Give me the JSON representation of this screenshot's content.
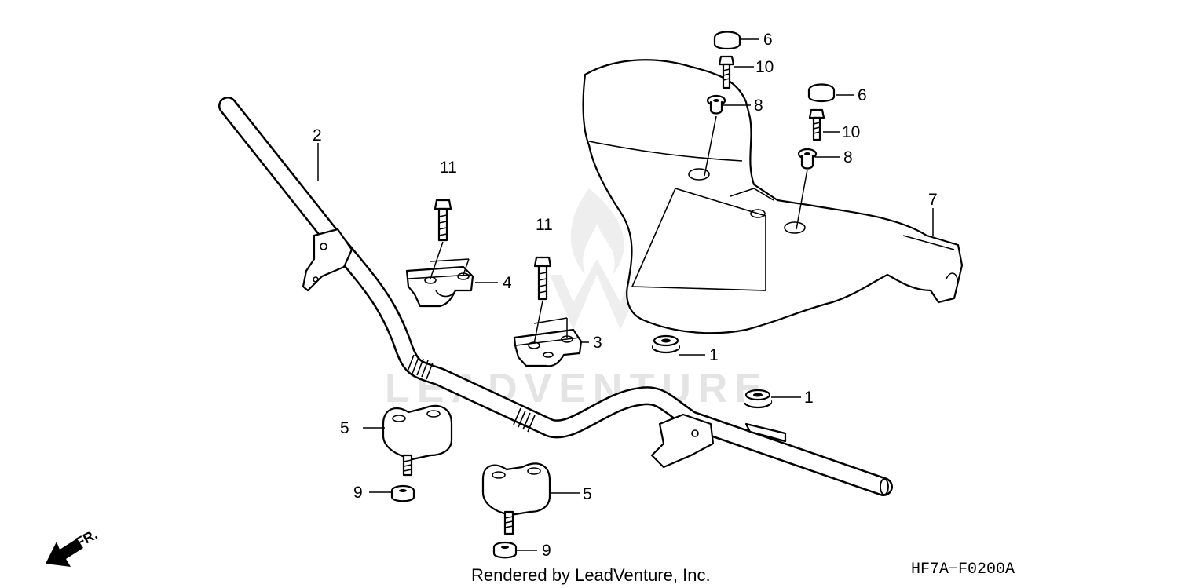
{
  "watermark": {
    "brand": "LEADVENTURE"
  },
  "callouts": {
    "c1a": "1",
    "c1b": "1",
    "c2": "2",
    "c3": "3",
    "c4": "4",
    "c5a": "5",
    "c5b": "5",
    "c6a": "6",
    "c6b": "6",
    "c7": "7",
    "c8a": "8",
    "c8b": "8",
    "c9a": "9",
    "c9b": "9",
    "c10a": "10",
    "c10b": "10",
    "c11a": "11",
    "c11b": "11"
  },
  "direction": {
    "label": "FR."
  },
  "footer": {
    "credit": "Rendered by LeadVenture, Inc.",
    "diagram_code": "HF7A−F0200A"
  }
}
